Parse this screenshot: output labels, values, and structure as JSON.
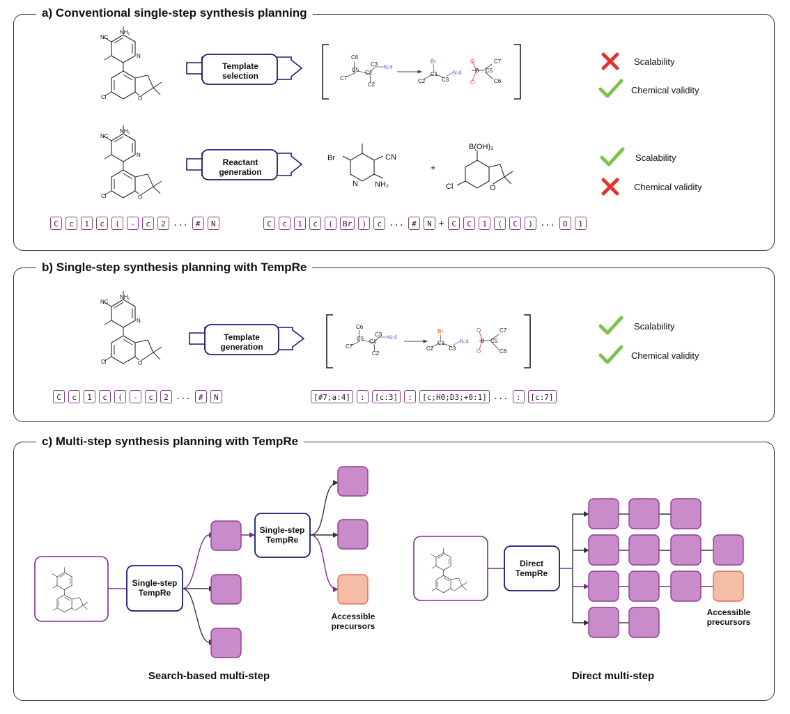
{
  "panel_a": {
    "title": "a) Conventional single-step synthesis planning",
    "template_selection": "Template selection",
    "reactant_generation": "Reactant generation",
    "props_row1": [
      {
        "icon": "cross",
        "label": "Scalability"
      },
      {
        "icon": "check",
        "label": "Chemical validity"
      }
    ],
    "props_row2": [
      {
        "icon": "check",
        "label": "Scalability"
      },
      {
        "icon": "cross",
        "label": "Chemical validity"
      }
    ],
    "plus": "+",
    "tokens_left": [
      "C",
      "c",
      "1",
      "c",
      "(",
      "-",
      "c",
      "2",
      "...",
      "#",
      "N"
    ],
    "tokens_right_1": [
      "C",
      "c",
      "1",
      "c",
      "(",
      "Br",
      ")",
      "c",
      "...",
      "#",
      "N"
    ],
    "tokens_right_plus": "+",
    "tokens_right_2": [
      "C",
      "C",
      "1",
      "(",
      "C",
      ")",
      "...",
      "O",
      "1"
    ]
  },
  "panel_b": {
    "title": "b) Single-step synthesis planning with TempRe",
    "template_generation": "Template generation",
    "props": [
      {
        "icon": "check",
        "label": "Scalability"
      },
      {
        "icon": "check",
        "label": "Chemical validity"
      }
    ],
    "tokens_left": [
      "C",
      "c",
      "1",
      "c",
      "(",
      "-",
      "c",
      "2",
      "...",
      "#",
      "N"
    ],
    "tokens_right": [
      "[#7;a:4]",
      ":",
      "[c:3]",
      ":",
      "[c;H0;D3;+0:1]",
      "...",
      ":",
      "[c:7]"
    ]
  },
  "panel_c": {
    "title": "c) Multi-step synthesis planning with TempRe",
    "single_step_1": "Single-step TempRe",
    "single_step_2": "Single-step TempRe",
    "direct": "Direct TempRe",
    "accessible_left": "Accessible precursors",
    "accessible_right": "Accessible precursors",
    "caption_left": "Search-based multi-step",
    "caption_right": "Direct multi-step"
  },
  "atoms": {
    "amine": "NH₂",
    "nitrile": "NC",
    "chloro": "Cl",
    "ring_n": "N",
    "ring_o": "O",
    "bromo": "Br",
    "cn": "CN",
    "nh2": "NH₂",
    "boronic": "B(OH)₂",
    "c6": "C6",
    "c5": "C5",
    "c7": "C7",
    "c1": "C1",
    "c2": "C2",
    "c3": "C3",
    "n4": "N:4",
    "br": "Br",
    "b": "B",
    "o": "O"
  },
  "colors": {
    "arrow_stroke": "#1a1a6e",
    "box_purple": "#c98bc9",
    "box_purple_border": "#8e3f90",
    "box_orange": "#f6bda6",
    "box_orange_border": "#e07050",
    "link_purple": "#7a2b8c",
    "check": "#7cc24a",
    "cross": "#e3342f"
  }
}
